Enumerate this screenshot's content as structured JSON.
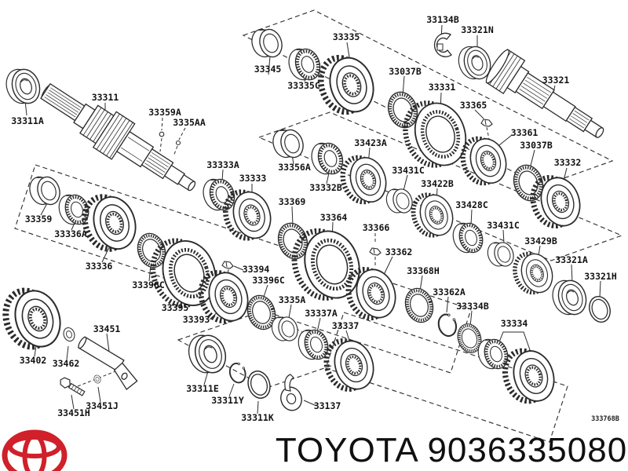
{
  "colors": {
    "line": "#2b2b2b",
    "label_text": "#111111",
    "brand_text": "#101010",
    "logo_red": "#d0202a",
    "background": "#ffffff"
  },
  "diagram": {
    "parts": [
      {
        "label": "33311A"
      },
      {
        "label": "33311"
      },
      {
        "label": "33359A"
      },
      {
        "label": "3335AA"
      },
      {
        "label": "33345"
      },
      {
        "label": "33335C"
      },
      {
        "label": "33335"
      },
      {
        "label": "33037B"
      },
      {
        "label": "33134B"
      },
      {
        "label": "33321N"
      },
      {
        "label": "33331"
      },
      {
        "label": "33365"
      },
      {
        "label": "33321"
      },
      {
        "label": "33361"
      },
      {
        "label": "33037B"
      },
      {
        "label": "33332"
      },
      {
        "label": "33333A"
      },
      {
        "label": "33333"
      },
      {
        "label": "33356A"
      },
      {
        "label": "33332B"
      },
      {
        "label": "33423A"
      },
      {
        "label": "33431C"
      },
      {
        "label": "33422B"
      },
      {
        "label": "33428C"
      },
      {
        "label": "33431C"
      },
      {
        "label": "33429B"
      },
      {
        "label": "33321A"
      },
      {
        "label": "33321H"
      },
      {
        "label": "33369"
      },
      {
        "label": "33364"
      },
      {
        "label": "33359"
      },
      {
        "label": "33336A"
      },
      {
        "label": "33336"
      },
      {
        "label": "33396C"
      },
      {
        "label": "33395"
      },
      {
        "label": "33393"
      },
      {
        "label": "33394"
      },
      {
        "label": "33396C"
      },
      {
        "label": "3335A"
      },
      {
        "label": "33337A"
      },
      {
        "label": "33337"
      },
      {
        "label": "33366"
      },
      {
        "label": "33362"
      },
      {
        "label": "33368H"
      },
      {
        "label": "33362A"
      },
      {
        "label": "33334B"
      },
      {
        "label": "33334"
      },
      {
        "label": "33402"
      },
      {
        "label": "33462"
      },
      {
        "label": "33451"
      },
      {
        "label": "33451J"
      },
      {
        "label": "33451H"
      },
      {
        "label": "33311E"
      },
      {
        "label": "33311Y"
      },
      {
        "label": "33311K"
      },
      {
        "label": "33137"
      }
    ],
    "footer_code": "333768B"
  },
  "brand": {
    "title": "TOYOTA 9036335080",
    "logo": "toyota-logo"
  }
}
